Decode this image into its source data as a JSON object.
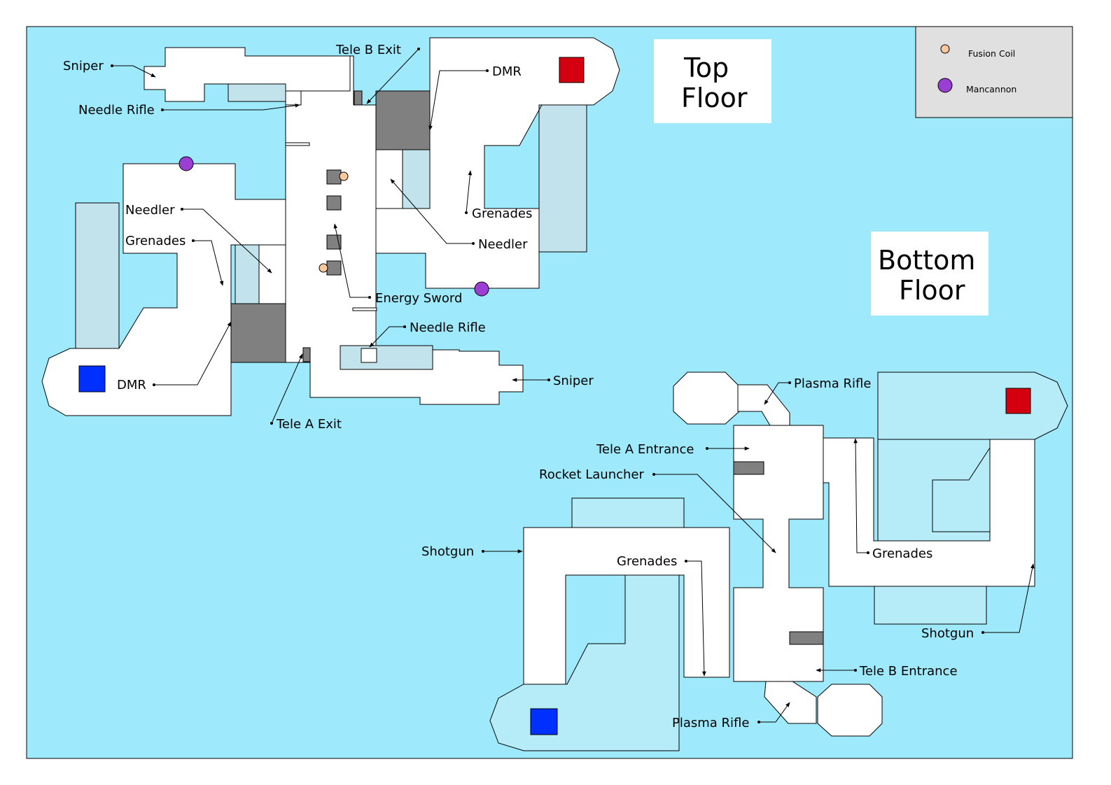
{
  "titles": {
    "top_floor_line1": "Top",
    "top_floor_line2": "Floor",
    "bottom_floor_line1": "Bottom",
    "bottom_floor_line2": "Floor"
  },
  "legend": {
    "fusion_coil": "Fusion Coil",
    "mancannon": "Mancannon"
  },
  "colors": {
    "water": "#9eeafc",
    "red_base": "#d40010",
    "blue_base": "#0030ff",
    "fusion_coil": "#f9c99e",
    "mancannon": "#9b3fd4",
    "cover": "#808080",
    "legend_bg": "#e0e0e0"
  },
  "top_floor_labels": {
    "sniper_nw": "Sniper",
    "needle_rifle_nw": "Needle Rifle",
    "tele_b_exit": "Tele B Exit",
    "dmr_ne": "DMR",
    "grenades_e": "Grenades",
    "needler_e": "Needler",
    "needler_w": "Needler",
    "grenades_w": "Grenades",
    "energy_sword": "Energy Sword",
    "needle_rifle_s": "Needle Rifle",
    "sniper_se": "Sniper",
    "dmr_sw": "DMR",
    "tele_a_exit": "Tele A Exit"
  },
  "bottom_floor_labels": {
    "plasma_rifle_n": "Plasma Rifle",
    "tele_a_entrance": "Tele A Entrance",
    "rocket_launcher": "Rocket Launcher",
    "shotgun_w": "Shotgun",
    "grenades_c": "Grenades",
    "grenades_e": "Grenades",
    "shotgun_e": "Shotgun",
    "tele_b_entrance": "Tele B Entrance",
    "plasma_rifle_s": "Plasma Rifle"
  }
}
